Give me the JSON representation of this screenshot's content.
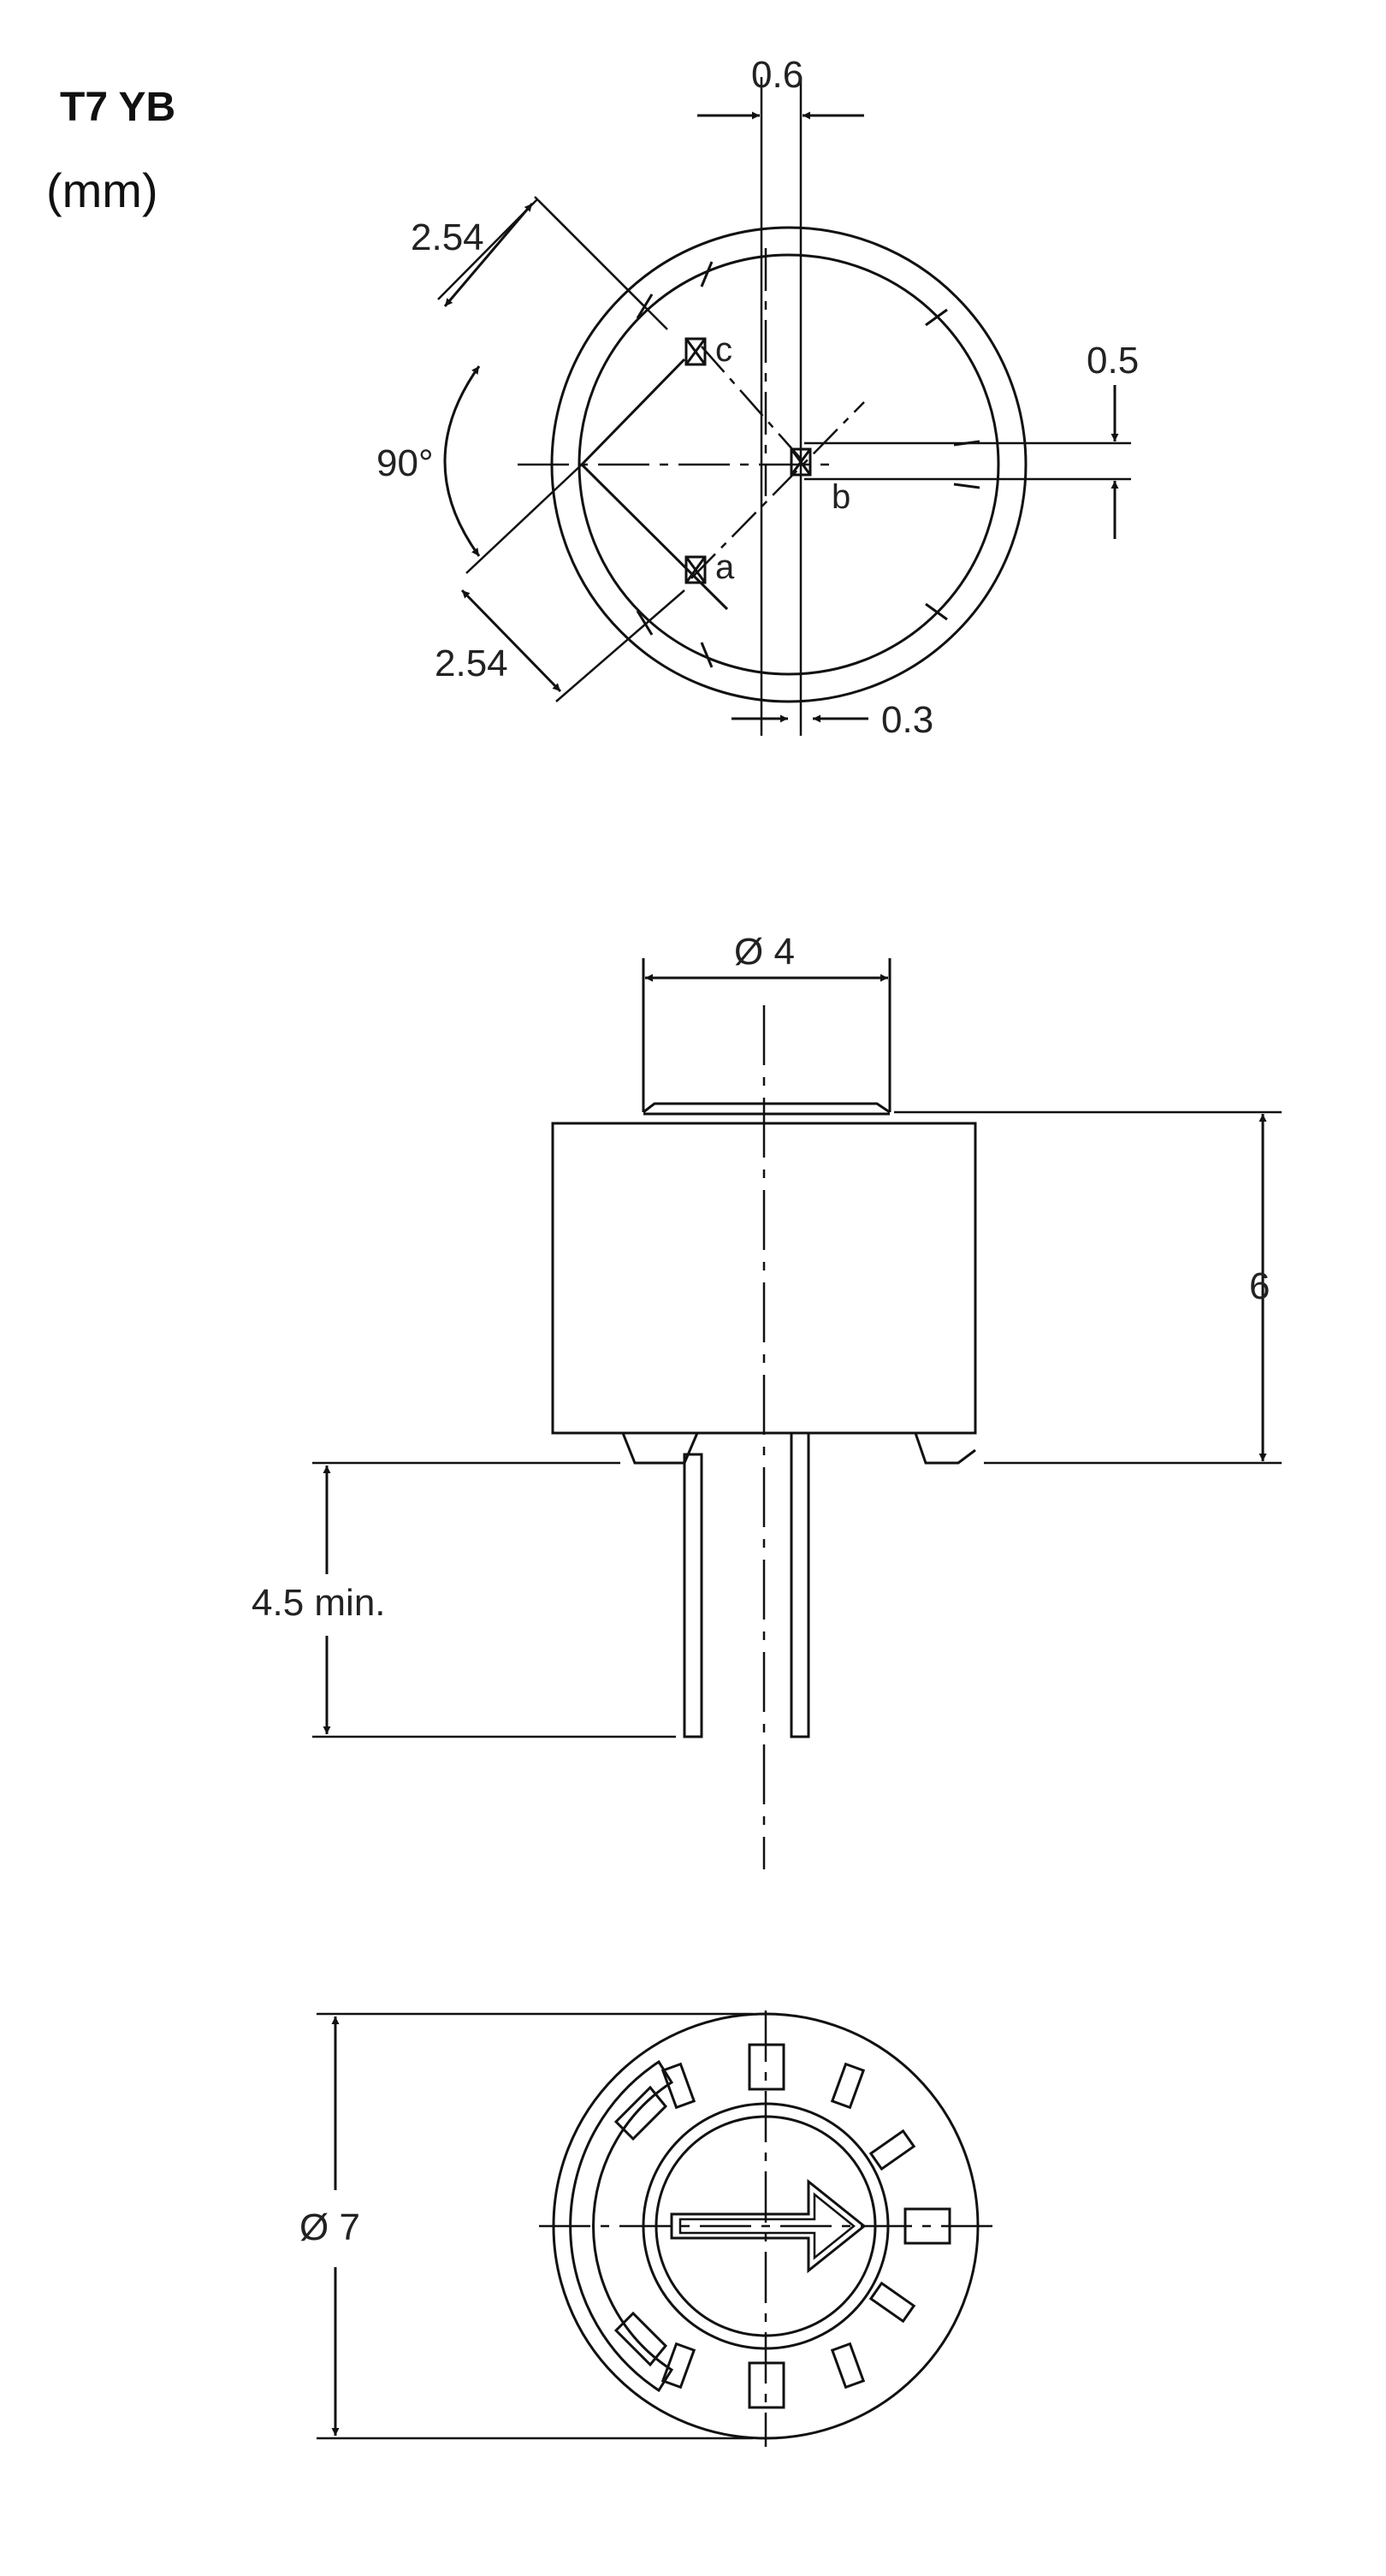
{
  "header": {
    "model": "T7 YB",
    "unit": "(mm)"
  },
  "top_view": {
    "pin_width": "0.6",
    "pin_pitch_upper": "2.54",
    "pin_pitch_lower": "2.54",
    "angle": "90°",
    "pin_thickness": "0.5",
    "pin_offset": "0.3",
    "pins": [
      "c",
      "b",
      "a"
    ]
  },
  "side_view": {
    "shaft_diameter": "Ø 4",
    "height": "6",
    "lead_length": "4.5 min."
  },
  "bottom_view": {
    "body_diameter": "Ø 7"
  }
}
